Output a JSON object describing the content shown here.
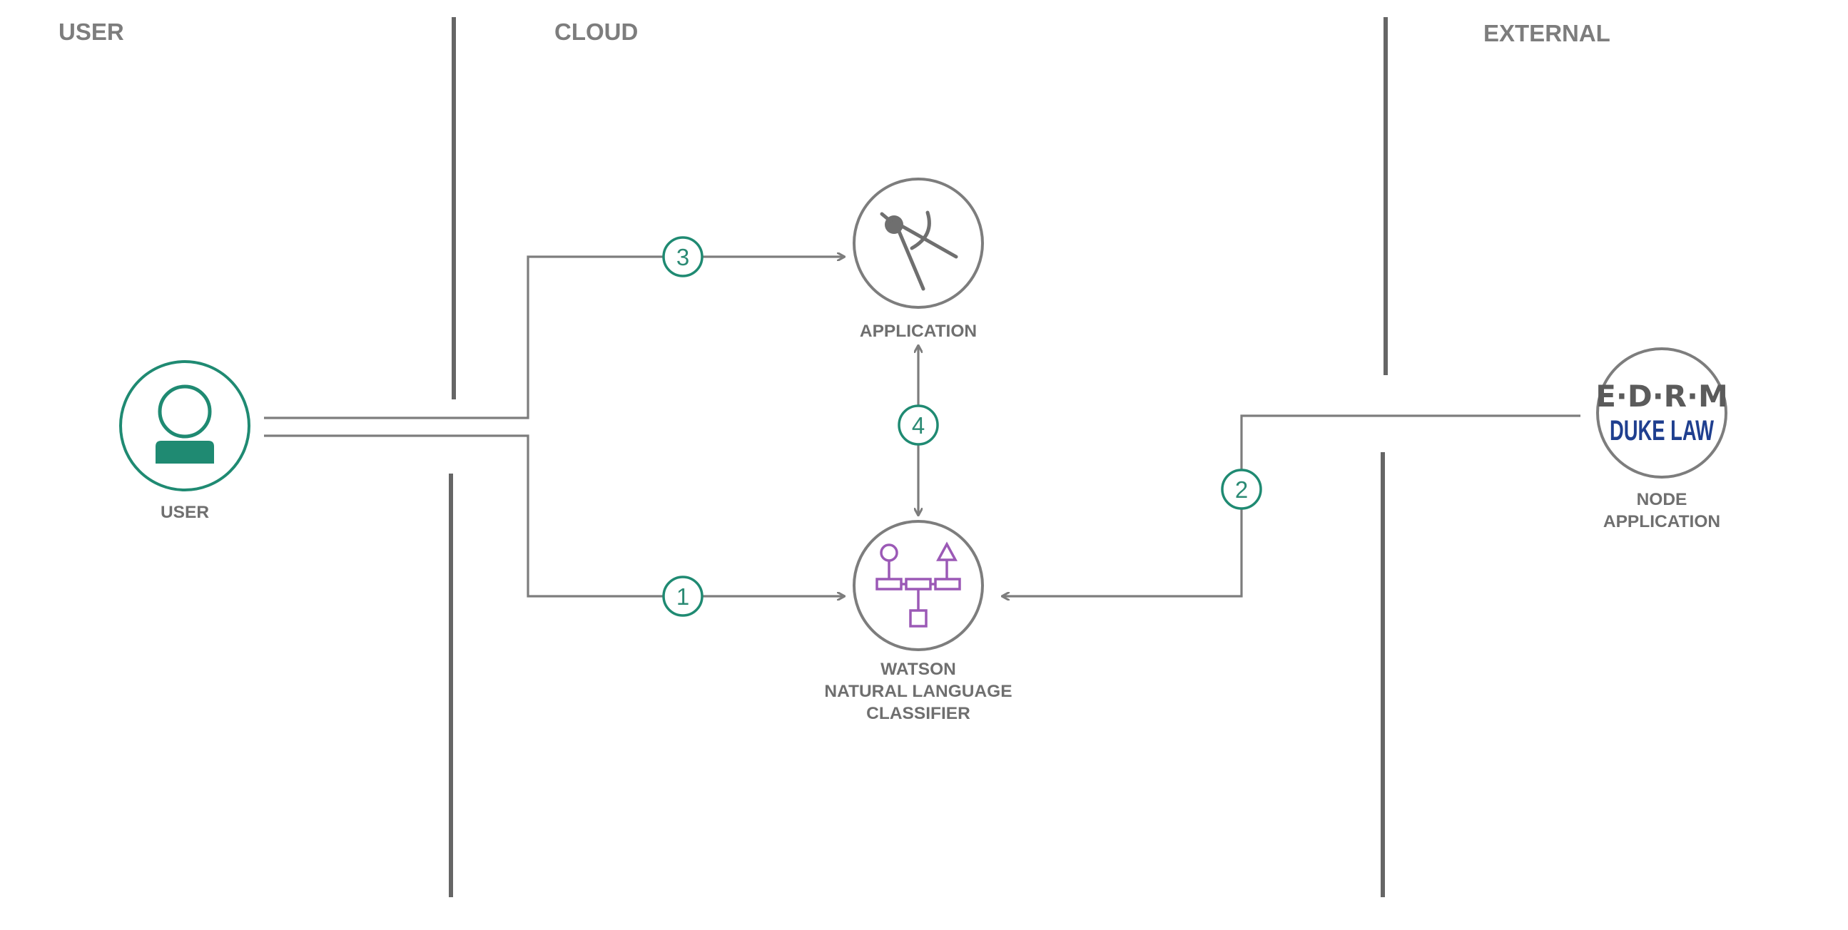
{
  "zones": [
    {
      "title": "USER"
    },
    {
      "title": "CLOUD"
    },
    {
      "title": "EXTERNAL"
    }
  ],
  "nodes": {
    "user": {
      "label_lines": [
        "USER"
      ],
      "icon": "user-icon"
    },
    "application": {
      "label_lines": [
        "APPLICATION"
      ],
      "icon": "drafting-compass-icon"
    },
    "watson": {
      "label_lines": [
        "WATSON",
        "NATURAL LANGUAGE",
        "CLASSIFIER"
      ],
      "icon": "classifier-tree-icon"
    },
    "node_app": {
      "label_lines": [
        "NODE",
        "APPLICATION"
      ],
      "logo_lines": [
        "E·D·R·M",
        "DUKE LAW"
      ],
      "icon": "edrm-duke-law-logo"
    }
  },
  "steps": [
    {
      "number": "1"
    },
    {
      "number": "2"
    },
    {
      "number": "3"
    },
    {
      "number": "4"
    }
  ],
  "colors": {
    "accent_teal": "#1f8a72",
    "icon_gray": "#6f6f6f",
    "watson_purple": "#9b59b6",
    "duke_blue": "#1f3f8f",
    "line_gray": "#7d7d7d"
  }
}
